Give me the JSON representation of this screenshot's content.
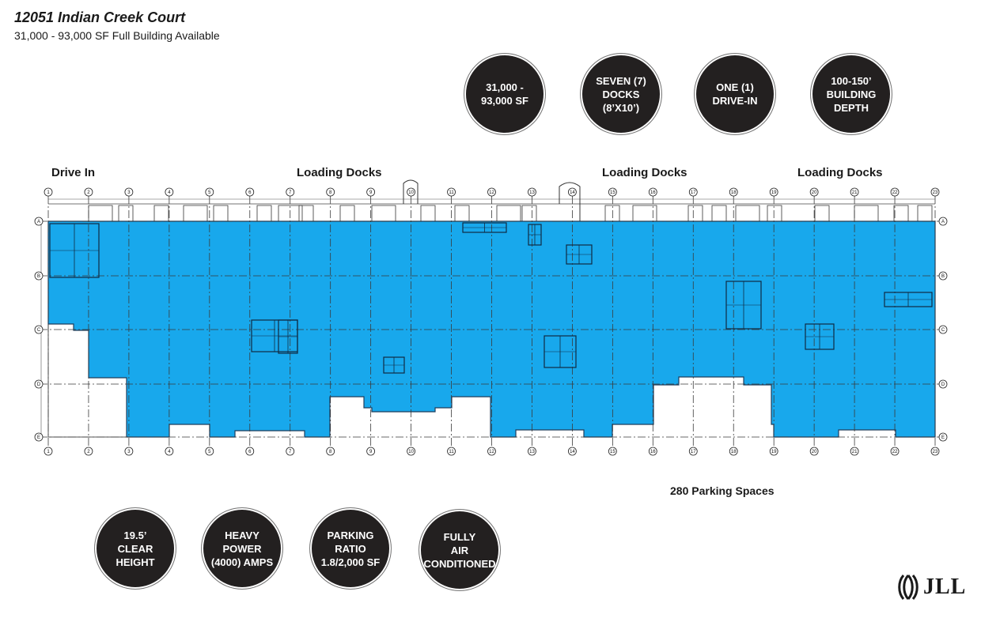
{
  "header": {
    "title": "12051 Indian Creek Court",
    "subtitle": "31,000 - 93,000 SF Full Building Available"
  },
  "badges_top": [
    {
      "text": "31,000 -\n93,000 SF"
    },
    {
      "text": "SEVEN (7)\nDOCKS\n(8’X10’)"
    },
    {
      "text": "ONE (1)\nDRIVE-IN"
    },
    {
      "text": "100-150’\nBUILDING\nDEPTH"
    }
  ],
  "badges_bottom": [
    {
      "text": "19.5’\nCLEAR\nHEIGHT"
    },
    {
      "text": "HEAVY\nPOWER\n(4000) AMPS"
    },
    {
      "text": "PARKING\nRATIO\n1.8/2,000 SF"
    },
    {
      "text": "FULLY\nAIR\nCONDITIONED"
    }
  ],
  "plan_labels": {
    "drive_in": "Drive In",
    "loading_docks_1": "Loading Docks",
    "loading_docks_2": "Loading Docks",
    "loading_docks_3": "Loading Docks"
  },
  "parking": "280 Parking Spaces",
  "grid": {
    "columns": [
      "1",
      "2",
      "3",
      "4",
      "5",
      "6",
      "7",
      "8",
      "9",
      "10",
      "11",
      "12",
      "13",
      "14",
      "15",
      "16",
      "17",
      "18",
      "19",
      "20",
      "21",
      "22",
      "23"
    ],
    "rows": [
      "A",
      "B",
      "C",
      "D",
      "E"
    ]
  },
  "colors": {
    "plan_fill": "#18a8ec",
    "badge": "#232020"
  },
  "logo": {
    "text": "JLL"
  }
}
